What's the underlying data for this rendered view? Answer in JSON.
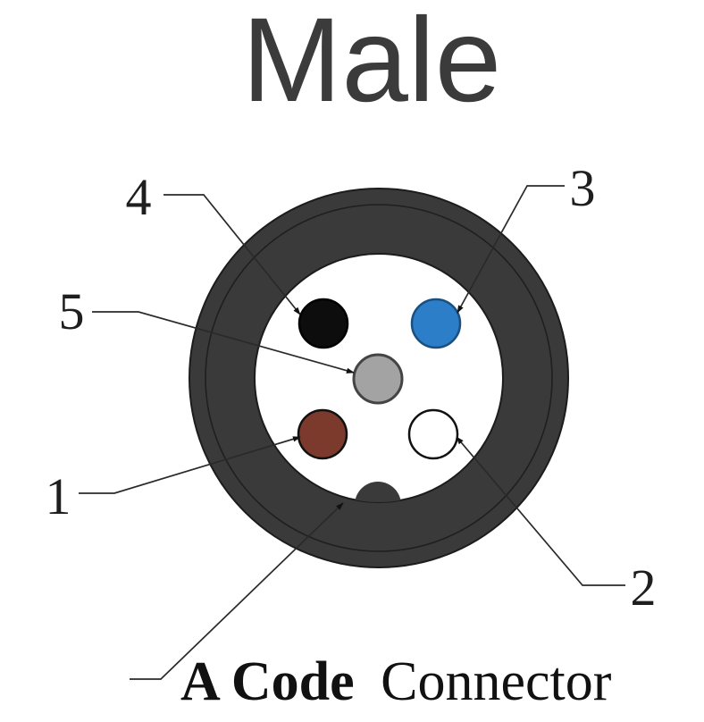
{
  "title": "Male",
  "caption": {
    "bold": "A Code",
    "regular": "Connector"
  },
  "pins": [
    {
      "label": "1",
      "color": "#7b3a2c"
    },
    {
      "label": "2",
      "color": "#ffffff"
    },
    {
      "label": "3",
      "color": "#2d7ec8"
    },
    {
      "label": "4",
      "color": "#0d0d0d"
    },
    {
      "label": "5",
      "color": "#a3a3a3"
    }
  ],
  "colors": {
    "housing": "#3a3a3a",
    "face": "#ffffff",
    "outline": "#1c1c1c"
  }
}
